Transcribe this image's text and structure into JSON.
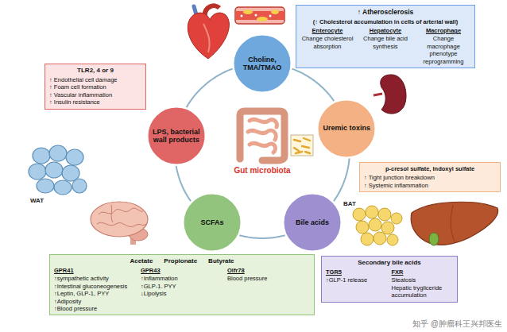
{
  "diagram": {
    "nodes": [
      {
        "text": [
          "Choline, TMA/TMAO"
        ]
      },
      {
        "text": [
          "↑ Atherosclerosis",
          "(↑ Cholesterol accumulation in cells of arterial wall)",
          "Enterocyte",
          "Change cholesterol absorption",
          "Hepatocyte",
          "Change bile acid synthesis",
          "Macrophage",
          "Change macrophage phenotype reprogramming"
        ]
      },
      {
        "text": [
          "TLR2, 4 or 9",
          "↑ Endothelial cell damage",
          "↑ Foam cell formation",
          "↑ Vascular inflammation",
          "↑ Insulin resistance"
        ]
      },
      {
        "text": [
          "LPS, bacterial wall products"
        ]
      },
      {
        "text": [
          "Uremic toxins"
        ]
      },
      {
        "text": [
          "p-cresol sulfate, Indoxyl sulfate",
          "↑ Tight junction breakdown",
          "↑ Systemic inflammation"
        ]
      },
      {
        "text": [
          "SCFAs"
        ]
      },
      {
        "text": [
          "Bile acids"
        ]
      },
      {
        "text": [
          "Acetate",
          "Propionate",
          "Butyrate",
          "GPR41",
          "↑sympathetic activity",
          "↑Intestinal gluconeogenesis",
          "↑Leptin, GLP-1, PYY",
          "↑Adiposity",
          "↑Blood pressure",
          "GPR43",
          "↑Inflammation",
          "↑GLP-1. PYY",
          "↓Lipolysis",
          "Olfr78",
          "Blood pressure"
        ]
      },
      {
        "text": [
          "Secondary bile acids",
          "TGR5",
          "↑GLP-1 release",
          "FXR",
          "Steatosis",
          "Hepatic trygliceride accumulation"
        ]
      }
    ],
    "edges": [
      {
        "from": 0,
        "to": 4,
        "arrow": "none"
      },
      {
        "from": 4,
        "to": 7,
        "arrow": "none"
      },
      {
        "from": 7,
        "to": 6,
        "arrow": "none"
      },
      {
        "from": 6,
        "to": 3,
        "arrow": "none"
      },
      {
        "from": 3,
        "to": 0,
        "arrow": "none"
      }
    ],
    "labels": [
      "Gut microbiota",
      "WAT",
      "BAT",
      "知乎 @肿瘤科王兴邦医生"
    ]
  }
}
